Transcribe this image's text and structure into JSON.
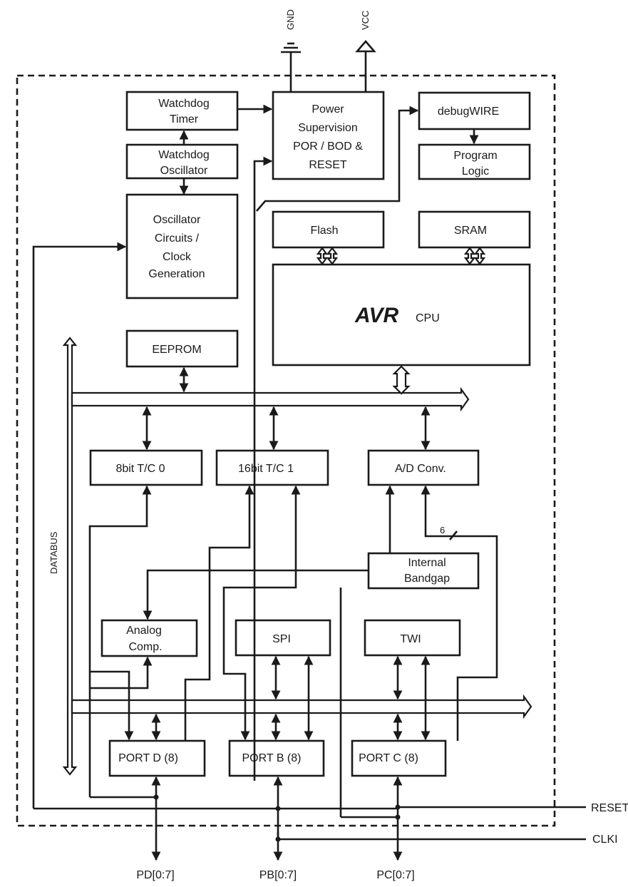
{
  "power": {
    "gnd": "GND",
    "vcc": "VCC"
  },
  "blocks": {
    "watchdog_timer": [
      "Watchdog",
      "Timer"
    ],
    "watchdog_oscillator": [
      "Watchdog",
      "Oscillator"
    ],
    "power_supervision": [
      "Power",
      "Supervision",
      "POR / BOD &",
      "RESET"
    ],
    "debugwire": "debugWIRE",
    "program_logic": [
      "Program",
      "Logic"
    ],
    "oscillator": [
      "Oscillator",
      "Circuits /",
      "Clock",
      "Generation"
    ],
    "flash": "Flash",
    "sram": "SRAM",
    "cpu_logo": "AVR",
    "cpu_label": "CPU",
    "eeprom": "EEPROM",
    "tc0": "8bit T/C 0",
    "tc1": "16bit T/C 1",
    "adc": "A/D Conv.",
    "bandgap": [
      "Internal",
      "Bandgap"
    ],
    "analog_comp": [
      "Analog",
      "Comp."
    ],
    "spi": "SPI",
    "twi": "TWI",
    "port_d": "PORT D (8)",
    "port_b": "PORT B (8)",
    "port_c": "PORT C (8)"
  },
  "labels": {
    "databus": "DATABUS",
    "adc_width": "6",
    "reset": "RESET",
    "clki": "CLKI",
    "pd": "PD[0:7]",
    "pb": "PB[0:7]",
    "pc": "PC[0:7]"
  }
}
